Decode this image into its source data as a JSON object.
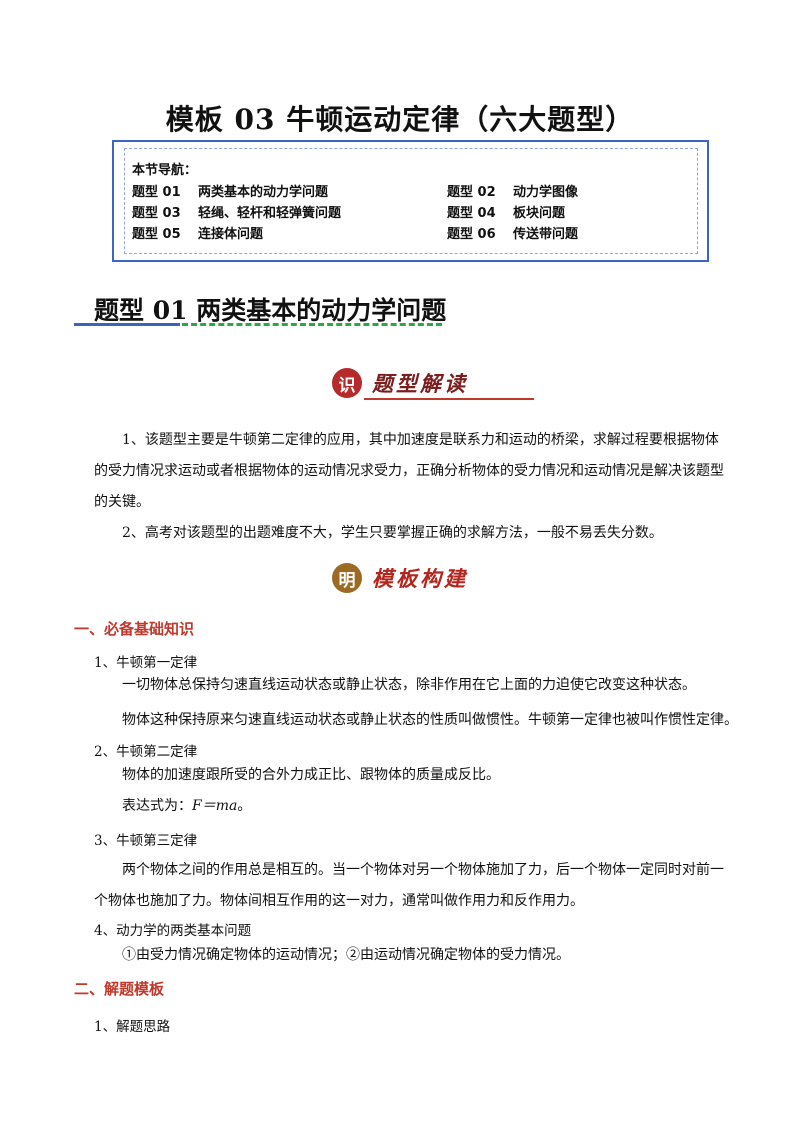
{
  "title": "模板 03  牛顿运动定律（六大题型）",
  "nav": {
    "heading": "本节导航：",
    "items": [
      {
        "code": "题型 01",
        "label": "两类基本的动力学问题"
      },
      {
        "code": "题型 02",
        "label": "动力学图像"
      },
      {
        "code": "题型 03",
        "label": "轻绳、轻杆和轻弹簧问题"
      },
      {
        "code": "题型 04",
        "label": "板块问题"
      },
      {
        "code": "题型 05",
        "label": "连接体问题"
      },
      {
        "code": "题型 06",
        "label": "传送带问题"
      }
    ]
  },
  "section": {
    "title": "题型 01  两类基本的动力学问题"
  },
  "badges": {
    "interpret": {
      "seal": "识",
      "label": "题型解读",
      "seal_color": "#b52a2a",
      "label_color": "#7a1f1f"
    },
    "template": {
      "seal": "明",
      "label": "模板构建",
      "seal_color": "#9c6a22",
      "label_color": "#b3261e"
    }
  },
  "intro": {
    "p1": "1、该题型主要是牛顿第二定律的应用，其中加速度是联系力和运动的桥梁，求解过程要根据物体的受力情况求运动或者根据物体的运动情况求受力，正确分析物体的受力情况和运动情况是解决该题型的关键。",
    "p2": "2、高考对该题型的出题难度不大，学生只要掌握正确的求解方法，一般不易丢失分数。"
  },
  "knowledge": {
    "heading": "一、必备基础知识",
    "law1": {
      "head": "1、牛顿第一定律",
      "l1": "一切物体总保持匀速直线运动状态或静止状态，除非作用在它上面的力迫使它改变这种状态。",
      "l2": "物体这种保持原来匀速直线运动状态或静止状态的性质叫做惯性。牛顿第一定律也被叫作惯性定律。"
    },
    "law2": {
      "head": "2、牛顿第二定律",
      "l1": "物体的加速度跟所受的合外力成正比、跟物体的质量成反比。",
      "l2_prefix": "表达式为：",
      "formula": "F＝ma",
      "l2_suffix": "。"
    },
    "law3": {
      "head": "3、牛顿第三定律",
      "text": "两个物体之间的作用总是相互的。当一个物体对另一个物体施加了力，后一个物体一定同时对前一个物体也施加了力。物体间相互作用的这一对力，通常叫做作用力和反作用力。"
    },
    "basic": {
      "head": "4、动力学的两类基本问题",
      "text": "①由受力情况确定物体的运动情况；②由运动情况确定物体的受力情况。"
    }
  },
  "solution": {
    "heading": "二、解题模板",
    "item1": "1、解题思路"
  }
}
